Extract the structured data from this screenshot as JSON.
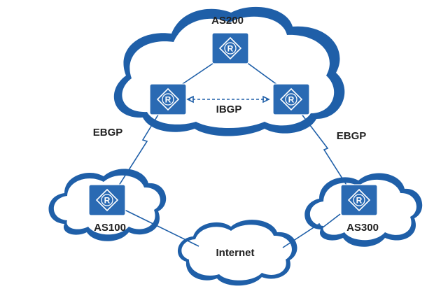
{
  "domains": {
    "as200": "AS200",
    "as100": "AS100",
    "as300": "AS300",
    "internet": "Internet"
  },
  "links": {
    "ebgp_left": "EBGP",
    "ebgp_right": "EBGP",
    "ibgp": "IBGP"
  },
  "router": {
    "glyph": "R",
    "icon": "router-icon"
  },
  "colors": {
    "accent": "#1f5fa8",
    "router": "#2a6ab3"
  }
}
